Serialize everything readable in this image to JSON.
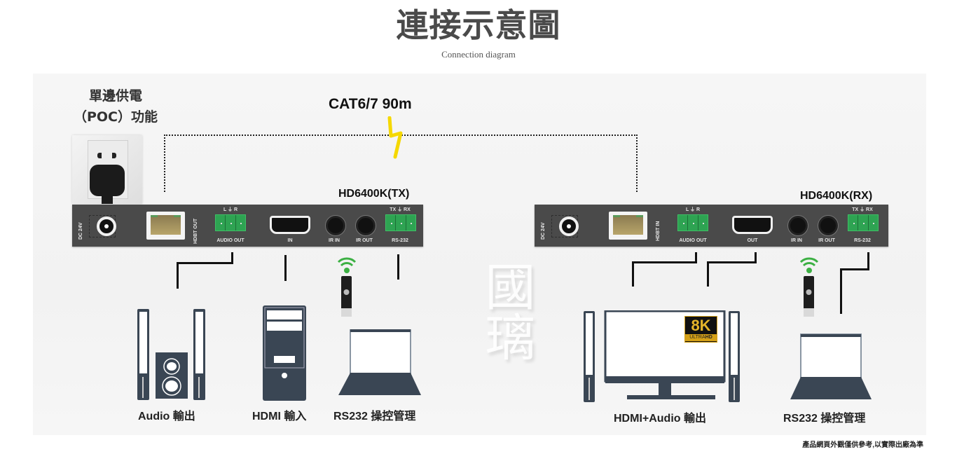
{
  "header": {
    "title": "連接示意圖",
    "subtitle": "Connection diagram"
  },
  "watermark": "國璃",
  "poc": {
    "line1": "單邊供電",
    "line2": "（POC）功能"
  },
  "cable": {
    "label": "CAT6/7 90m"
  },
  "tx": {
    "model": "HD6400K(TX)",
    "power_label": "DC 24V",
    "hdbt_label": "HDBT OUT",
    "audio_top": "L ⏚ R",
    "audio_label": "AUDIO OUT",
    "hdmi_label": "IN",
    "ir_in_label": "IR IN",
    "ir_out_label": "IR OUT",
    "rs232_top": "TX ⏚ RX",
    "rs232_label": "RS-232"
  },
  "rx": {
    "model": "HD6400K(RX)",
    "power_label": "DC 24V",
    "hdbt_label": "HDBT IN",
    "audio_top": "L ⏚ R",
    "audio_label": "AUDIO OUT",
    "hdmi_label": "OUT",
    "ir_in_label": "IR IN",
    "ir_out_label": "IR OUT",
    "rs232_top": "TX ⏚ RX",
    "rs232_label": "RS-232"
  },
  "devices": {
    "audio_out": "Audio 輸出",
    "hdmi_in": "HDMI 輸入",
    "rs232_tx": "RS232 操控管理",
    "hdmi_audio_out": "HDMI+Audio 輸出",
    "rs232_rx": "RS232 操控管理"
  },
  "badge": {
    "big": "8K",
    "small_a": "ULTRA",
    "small_b": "HD"
  },
  "footnote": "產品網頁外觀僅供參考,以實際出廠為準",
  "colors": {
    "device_box": "#4a4a4a",
    "terminal_green": "#2ea352",
    "icon_slate": "#3a4654",
    "wifi_green": "#3cb043",
    "lightning": "#f5d800",
    "badge_gold": "#d4a017"
  }
}
